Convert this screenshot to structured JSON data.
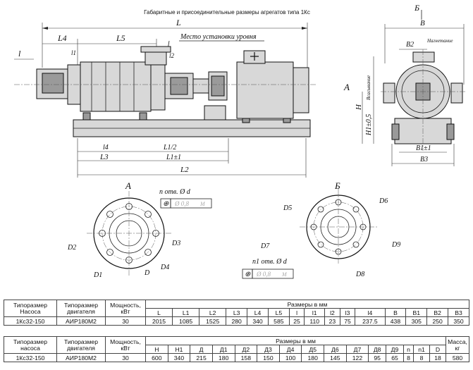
{
  "header": {
    "title": "Габаритные и присоединительные размеры агрегатов типа 1Кс",
    "install_note": "Место установки уровня"
  },
  "view_labels": {
    "view_b_arrow": "Б",
    "view_a_arrow": "А",
    "section_a": "А",
    "section_b": "Б"
  },
  "dims_main": {
    "L": "L",
    "L4": "L4",
    "L5": "L5",
    "l": "l",
    "l1": "l1",
    "l2": "l2",
    "l3": "l3",
    "L1_half": "L1/2",
    "L1_tol": "L1±1",
    "L2": "L2",
    "L3": "L3",
    "l4": "l4"
  },
  "dims_side": {
    "B": "B",
    "B2": "B2",
    "H": "H",
    "H1": "H1±0,5",
    "B1": "B1±1",
    "B3": "B3",
    "inlet": "Всасывание",
    "outlet": "Нагнетание"
  },
  "flange_a": {
    "holes_label": "n отв. Ø d",
    "tolerance": "Ø 0,8",
    "modifier": "M",
    "D1": "D1",
    "D2": "D2",
    "D3": "D3",
    "D4": "D4",
    "D": "D"
  },
  "flange_b": {
    "holes_label": "n1 отв. Ø d",
    "tolerance": "Ø 0,8",
    "modifier": "M",
    "D5": "D5",
    "D6": "D6",
    "D7": "D7",
    "D8": "D8",
    "D9": "D9"
  },
  "table1": {
    "headers": [
      "Типоразмер Насоса",
      "Типоразмер двигателя",
      "Мощность, кВт"
    ],
    "group_label": "Размеры в мм",
    "columns": [
      "L",
      "L1",
      "L2",
      "L3",
      "L4",
      "L5",
      "l",
      "l1",
      "l2",
      "l3",
      "l4",
      "B",
      "B1",
      "B2",
      "B3"
    ],
    "row": {
      "pump": "1Кс32-150",
      "motor": "АИР180М2",
      "power": "30",
      "values": [
        "2015",
        "1085",
        "1525",
        "280",
        "340",
        "585",
        "25",
        "110",
        "23",
        "75",
        "237.5",
        "438",
        "305",
        "250",
        "350"
      ]
    }
  },
  "table2": {
    "headers": [
      "Типоразмер насоса",
      "Типоразмер двигателя",
      "Мощность, кВт"
    ],
    "group_label": "Размеры в мм",
    "mass_label": "Масса, кг",
    "columns": [
      "H",
      "H1",
      "Д",
      "Д1",
      "Д2",
      "Д3",
      "Д4",
      "Д5",
      "Д6",
      "Д7",
      "Д8",
      "Д9",
      "n",
      "n1",
      "D"
    ],
    "row": {
      "pump": "1Кс32-150",
      "motor": "АИР180М2",
      "power": "30",
      "values": [
        "600",
        "340",
        "215",
        "180",
        "158",
        "150",
        "100",
        "180",
        "145",
        "122",
        "95",
        "65",
        "8",
        "8",
        "18"
      ],
      "mass": "580"
    }
  }
}
